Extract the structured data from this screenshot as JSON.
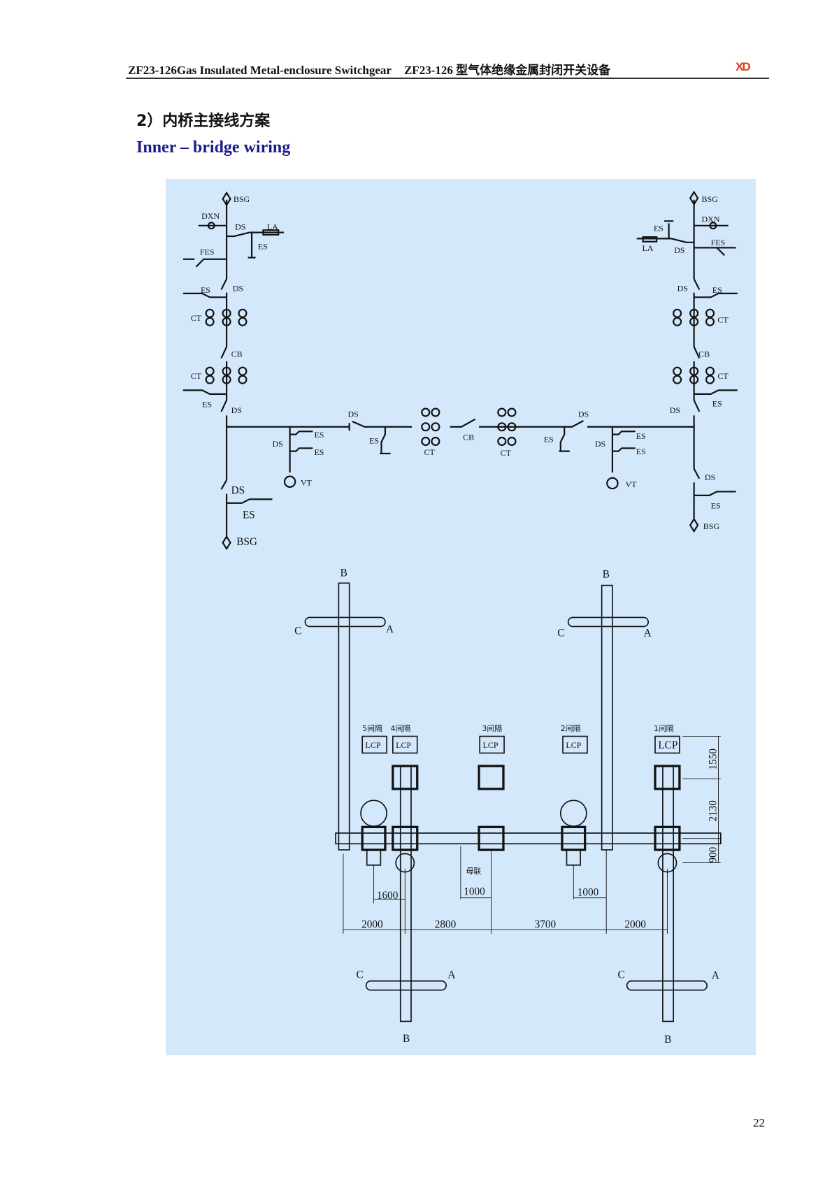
{
  "header": {
    "title_en": "ZF23-126Gas Insulated Metal-enclosure Switchgear",
    "title_cn": "ZF23-126 型气体绝缘金属封闭开关设备",
    "logo": "XD"
  },
  "section": {
    "title_cn": "2）内桥主接线方案",
    "title_en": "Inner – bridge wiring"
  },
  "schematic": {
    "labels": {
      "bsg": "BSG",
      "dxn": "DXN",
      "ds": "DS",
      "la": "LA",
      "es": "ES",
      "fes": "FES",
      "ct": "CT",
      "cb": "CB",
      "vt": "VT"
    }
  },
  "layout": {
    "phases": {
      "a": "A",
      "b": "B",
      "c": "C"
    },
    "bays": [
      "5间隔",
      "4间隔",
      "3间隔",
      "2间隔",
      "1间隔"
    ],
    "lcp": "LCP",
    "bus_coupler": "母联",
    "dims": {
      "d1600": "1600",
      "d1000a": "1000",
      "d1000b": "1000",
      "d2000a": "2000",
      "d2800": "2800",
      "d3700": "3700",
      "d2000b": "2000",
      "d1550": "1550",
      "d2130": "2130",
      "d900": "900"
    }
  },
  "page_number": "22",
  "colors": {
    "panel": "#d3e8fb",
    "subtitle": "#1a1a8c",
    "logo": "#e23b1a"
  }
}
